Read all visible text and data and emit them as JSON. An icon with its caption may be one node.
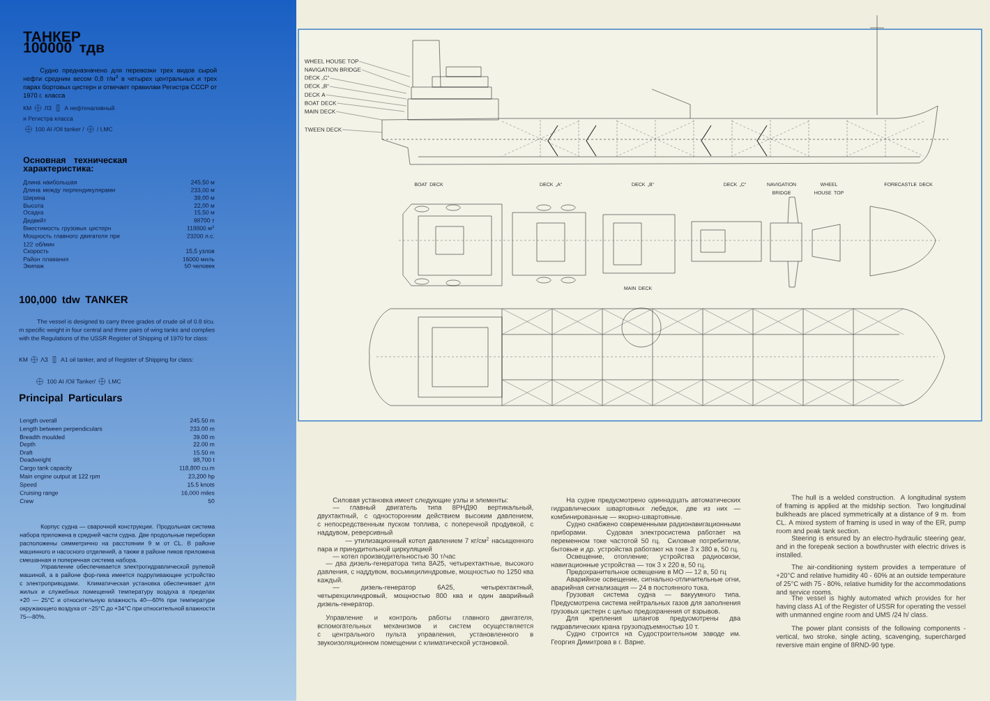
{
  "diagram": {
    "nodes": [
      {
        "text": [
          "WHEEL HOUSE TOP"
        ]
      },
      {
        "text": [
          "NAVIGATION BRIDGE"
        ]
      },
      {
        "text": [
          "DECK „C“"
        ]
      },
      {
        "text": [
          "DECK „B“"
        ]
      },
      {
        "text": [
          "DECK A"
        ]
      },
      {
        "text": [
          "BOAT DECK"
        ]
      },
      {
        "text": [
          "MAIN DECK"
        ]
      },
      {
        "text": [
          "TWEEN DECK"
        ]
      }
    ],
    "edges": [
      {
        "from": 0,
        "to": null,
        "arrow": "none"
      },
      {
        "from": 1,
        "to": null,
        "arrow": "none"
      },
      {
        "from": 2,
        "to": null,
        "arrow": "none"
      },
      {
        "from": 3,
        "to": null,
        "arrow": "none"
      },
      {
        "from": 4,
        "to": null,
        "arrow": "none"
      },
      {
        "from": 5,
        "to": null,
        "arrow": "none"
      },
      {
        "from": 6,
        "to": null,
        "arrow": "none"
      },
      {
        "from": 7,
        "to": null,
        "arrow": "none"
      }
    ],
    "labels": [
      "ТАНКЕР 100000 тдв",
      "Судно предназначено для перевозки трех видов сырой нефти средним весом 0,8 т/м$^{3}$ в четырех центральных и трех парах бортовых цистерн и отвечает правилам Регистра СССР от 1970 г. класса",
      "КМ",
      "Л3",
      "А нефтеналивный",
      "и Регистра класса",
      "100 AI /Oil tanker /",
      "/ LMC",
      "Основная техническая характеристика:",
      "Длина наибольшая",
      "245,50 м",
      "Длина между перпендикулярами",
      "233,00 м",
      "Ширина",
      "39,00 м",
      "Высота",
      "22,00 м",
      "Осадка",
      "15,50 м",
      "Дедвейт",
      "98700 т",
      "Вместимость грузовых цистерн",
      "118800 м$^{3}$",
      "Мощность главного двигателя при 122 об/мин",
      "23200 л.с.",
      "Скорость",
      "15,5 узлов",
      "Район плавания",
      "16000 миль",
      "Экипаж",
      "50 человек",
      "100,000 tdw TANKER",
      "The vessel is designed to carry three grades of crude oil of 0.8 t/cu. m specific weight in four central and three pairs of wing tanks and complies with the Regulations of the USSR Register of Shipping of 1970 for class:",
      "KM",
      "Λ3",
      "A1 oil tanker, and of Register of Shipping for class:",
      "100 AI /Oil Tanker/",
      "LMC",
      "Principal Particulars",
      "Length overall",
      "245.50 m",
      "Length between perpendiculars",
      "233.00 m",
      "Breadth moulded",
      "39.00 m",
      "Depth",
      "22.00 m",
      "Draft",
      "15.50 m",
      "Deadweight",
      "98,700 t",
      "Cargo tank capacity",
      "118,800 cu.m",
      "Main engine output at 122 rpm",
      "23,200 hp",
      "Speed",
      "15.5 knots",
      "Cruising range",
      "16,000 miles",
      "Crew",
      "50",
      "Корпус судна — сварочной конструкции. Продольная система набора приложена в средней части судна. Две продольные переборки расположены симметрично на расстоянии 9 м от CL. В районе машинного и насосного отделений, а также в районе пиков приложена смешанная и поперечная система набора.",
      "Управление обеспечивается электрогидравлической рулевой машиной, а в районе фор-пика имеется подруливающее устройство с электроприводами. Климатическая установка обеспечивает для жилых и служебных помещений температуру воздуха в пределах +20 — 25°С и относительную влажность 40—60% при температуре окружающего воздуха от −25°С до +34°С при относительной влажности 75—80%.",
      "Силовая установка имеет следующие узлы и элементы:",
      "— главный двигатель типа 8РНД90 вертикальный, двухтактный, с односторонним действием высоким давлением, с непосредственным пуском топлива, с поперечной продувкой, с наддувом, реверсивный",
      "— утилизационный котел давлением 7 кг/см$^{2}$ насыщенного пара и принудительной циркуляцией",
      "— котел производительностью 30 т/час",
      "— два дизель-генератора типа 8А25, четырехтактные, высокого давления, с наддувом, восьмицилиндровые, мощностью по 1250 ква каждый.",
      "— дизель-генератор 6А25, четырехтактный, четырехцилиндровый, мощностью 800 ква и один аварийный дизель-генератор.",
      "Управление и контроль работы главного двигателя, вспомогательных механизмов и систем осуществляется с центрального пульта управления, установленного в звукоизоляционном помещении с климатической установкой.",
      "На судне предусмотрено одиннадцать автоматических гидравлических швартовных лебедок, две из них — комбинированные — якорно-швартовные.",
      "Судно снабжено современными радионавигационными приборами. Судовая электросистема работает на переменном токе частотой 50 гц. Силовые потребители, бытовые и др. устройства работают на токе 3 х 380 в, 50 гц.",
      "Освещение, отопление; устройства радиосвязи, навигационные устройства — ток 3 х 220 в, 50 гц.",
      "Предохранительное освещение в МО — 12 в, 50 гц",
      "Аварийное освещение, сигнально-отличительные огни, аварийная сигнализация — 24 в постоянного тока.",
      "Грузовая система судна — вакуумного типа. Предусмотрена система нейтральных газов для заполнения грузовых цистерн с целью предохранения от взрывов.",
      "Для крепления шлангов предусмотрены два гидравлических крана грузоподъемностью 10 т.",
      "Судно строится на Судостроительном заводе им. Георгия Димитрова в г. Варне.",
      "The hull is a welded construction. A longitudinal system of framing is applied at the midship section. Two longitudinal bulkheads are placed symmetrically at a distance of 9 m. from CL. A mixed system of framing is used in way of the ER, pump room and peak tank section.",
      "Steering is ensured by an electro-hydraulic steering gear, and in the forepeak section a bowthruster with electric drives is installed.",
      "The air-conditioning system provides a temperature of +20°C and relative humidity 40 - 60% at an outside temperature of 25°C with 75 - 80%, relative humidity for the accommodations and service rooms.",
      "The vessel is highly automated which provides for her having class A1 of the Register of USSR for operating the vessel with unmanned engine room and UMS /24 h/ class.",
      "The power plant consists of the following components - vertical, two stroke, single acting, scavenging, supercharged reversive main engine of 8RND-90 type.",
      "BOAT DECK",
      "DECK „A“",
      "DECK „B“",
      "DECK „C“",
      "NAVIGATION BRIDGE",
      "WHEEL HOUSE TOP",
      "FORECASTLE DECK",
      "MAIN DECK"
    ]
  }
}
